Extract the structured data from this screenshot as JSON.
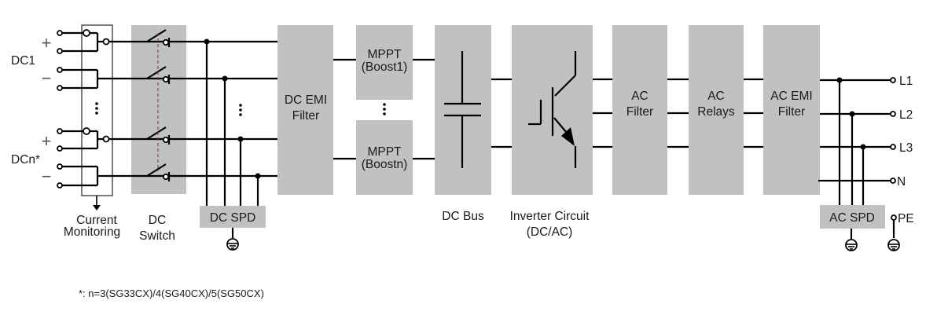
{
  "diagram": {
    "inputs": {
      "dc1_label": "DC1",
      "dcn_label": "DCn*",
      "plus": "+",
      "minus": "−"
    },
    "blocks": {
      "current_monitoring": [
        "Current",
        "Monitoring"
      ],
      "dc_switch": [
        "DC",
        "Switch"
      ],
      "dc_spd": "DC SPD",
      "dc_emi_filter": [
        "DC EMI",
        "Filter"
      ],
      "mppt1": [
        "MPPT",
        "(Boost1)"
      ],
      "mpptn": [
        "MPPT",
        "(Boostn)"
      ],
      "dc_bus": "DC Bus",
      "inverter": [
        "Inverter Circuit",
        "(DC/AC)"
      ],
      "ac_filter": [
        "AC",
        "Filter"
      ],
      "ac_relays": [
        "AC",
        "Relays"
      ],
      "ac_emi_filter": [
        "AC EMI",
        "Filter"
      ],
      "ac_spd": "AC SPD"
    },
    "outputs": [
      "L1",
      "L2",
      "L3",
      "N",
      "PE"
    ],
    "ellipsis": "⋮",
    "footnote": "*:  n=3(SG33CX)/4(SG40CX)/5(SG50CX)",
    "colors": {
      "block_fill": "#c0c1c3",
      "wire": "#000000",
      "interlock_dash": "#8b3a3a"
    }
  }
}
